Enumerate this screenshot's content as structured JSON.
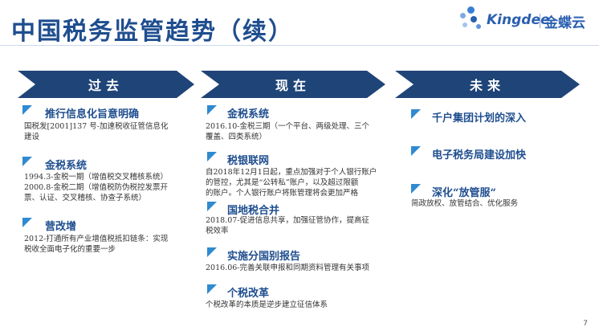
{
  "title": "中国税务监管趋势（续）",
  "logo": {
    "brand": "Kingdee",
    "cn": "金蝶云"
  },
  "colors": {
    "accent": "#1f4478",
    "marker": "#2f8ad0",
    "title": "#1f4e8f"
  },
  "columns": [
    {
      "header": "过去"
    },
    {
      "header": "现在"
    },
    {
      "header": "未来"
    }
  ],
  "past": [
    {
      "title": "推行信息化旨意明确",
      "lines": [
        "国税发[2001]137 号-加速税收征管信息化",
        "建设"
      ]
    },
    {
      "title": "金税系统",
      "lines": [
        "1994.3-金税一期（增值税交叉稽核系统）",
        "2000.8-金税二期（增值税防伪税控发票开",
        "票、认证、交叉稽核、协查子系统）"
      ]
    },
    {
      "title": "营改增",
      "lines": [
        "2012-打通所有产业增值税抵扣链条：实现",
        "税收全面电子化的重要一步"
      ]
    }
  ],
  "present": [
    {
      "title": "金税系统",
      "lines": [
        "2016.10-金税三期（一个平台、两级处理、三个",
        "覆盖、四类系统）"
      ]
    },
    {
      "title": "税银联网",
      "lines": [
        "自2018年12月1日起，重点加强对于个人银行账户",
        "的管控，尤其是“公转私”账户，以及超过限额",
        "的账户。个人银行账户将账管理将会更加严格"
      ]
    },
    {
      "title": "国地税合并",
      "lines": [
        "2018.07-促进信息共享，加强征管协作，提高征",
        "税效率"
      ]
    },
    {
      "title": "实施分国别报告",
      "lines": [
        "2016.06-完善关联申报和同期资料管理有关事项"
      ]
    },
    {
      "title": "个税改革",
      "lines": [
        "个税改革的本质是逆步建立征信体系"
      ]
    }
  ],
  "future": [
    {
      "title": "千户集团计划的深入",
      "lines": []
    },
    {
      "title": "电子税务局建设加快",
      "lines": []
    },
    {
      "title": "深化“放管服“",
      "lines": [
        "简政放权、放管结合、优化服务"
      ]
    }
  ],
  "page_number": "7"
}
